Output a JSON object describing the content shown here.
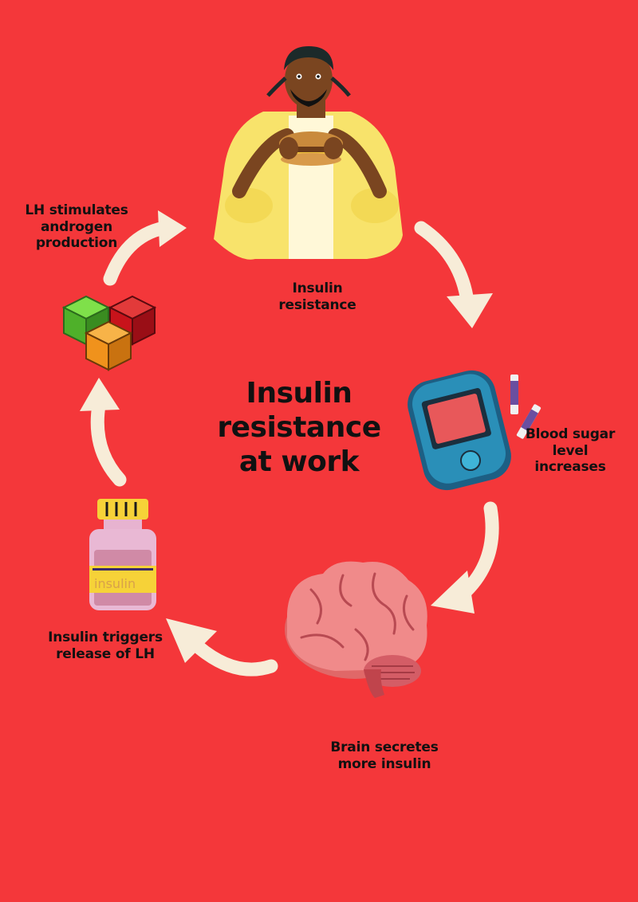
{
  "center_title": [
    "Insulin",
    "resistance",
    "at work"
  ],
  "steps": [
    {
      "label": [
        "Insulin",
        "resistance"
      ]
    },
    {
      "label": [
        "Blood sugar",
        "level",
        "increases"
      ]
    },
    {
      "label": [
        "Brain secretes",
        "more insulin"
      ]
    },
    {
      "label": [
        "Insulin triggers",
        "release of LH"
      ]
    },
    {
      "label": [
        "LH stimulates",
        "androgen",
        "production"
      ]
    }
  ],
  "bottle_text": "insulin",
  "colors": {
    "background": "#f4373a",
    "arrow": "#f7ecd8",
    "sweater": "#f8e36b",
    "skin": "#7a4520",
    "meter": "#2a8fb8",
    "brain": "#f08a8a",
    "cube_green": "#58c43a",
    "cube_red": "#c8131b",
    "cube_orange": "#f0921c"
  },
  "icons": [
    "person-eating-burger-icon",
    "glucose-meter-icon",
    "brain-icon",
    "insulin-bottle-icon",
    "hormone-cubes-icon"
  ]
}
